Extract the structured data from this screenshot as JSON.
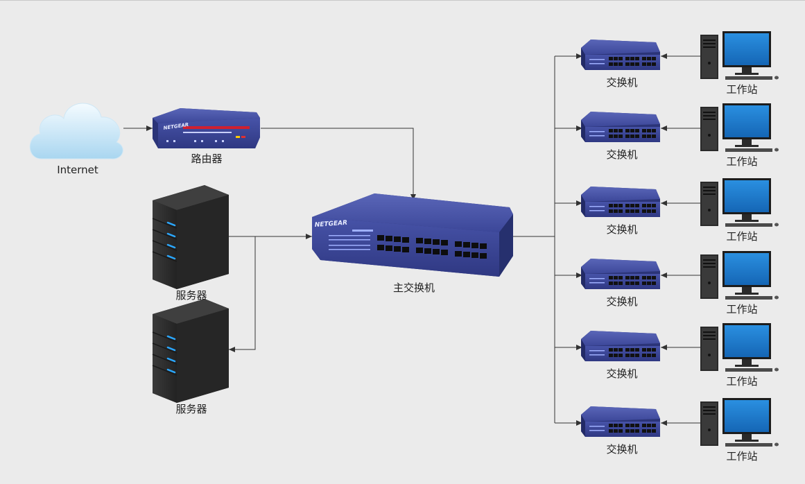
{
  "nodes": {
    "internet": {
      "label": "Internet"
    },
    "router": {
      "label": "路由器",
      "brand": "NETGEAR"
    },
    "main_switch": {
      "label": "主交换机",
      "brand": "NETGEAR"
    },
    "server1": {
      "label": "服务器"
    },
    "server2": {
      "label": "服务器"
    },
    "switches": [
      {
        "label": "交换机"
      },
      {
        "label": "交换机"
      },
      {
        "label": "交换机"
      },
      {
        "label": "交换机"
      },
      {
        "label": "交换机"
      },
      {
        "label": "交换机"
      }
    ],
    "workstations": [
      {
        "label": "工作站"
      },
      {
        "label": "工作站"
      },
      {
        "label": "工作站"
      },
      {
        "label": "工作站"
      },
      {
        "label": "工作站"
      },
      {
        "label": "工作站"
      }
    ]
  },
  "colors": {
    "switch_blue": "#3f4a9e",
    "switch_dark": "#2b3478",
    "server_body": "#2e2e2e",
    "server_led": "#2aa7ff",
    "screen_blue": "#1a7fd4",
    "line": "#333333"
  }
}
